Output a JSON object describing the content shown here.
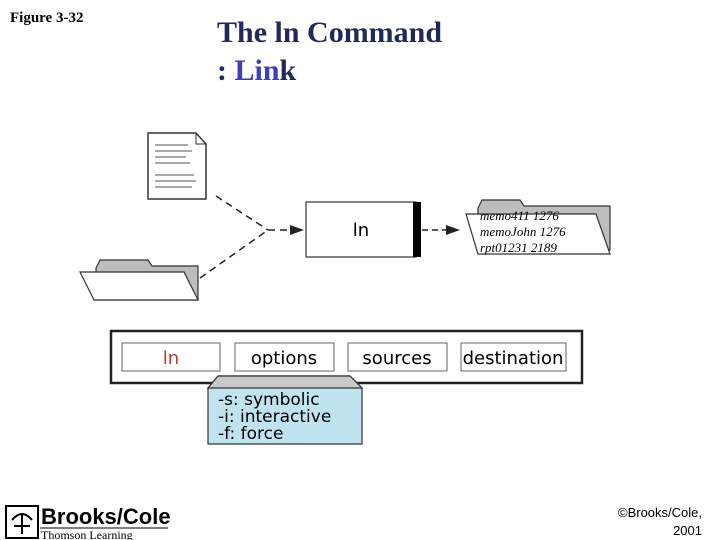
{
  "figure_label": "Figure 3-32",
  "title": {
    "line1": "The ln Command",
    "line2_prefix": ": ",
    "line2_accent": "Lin",
    "line2_rest": "k"
  },
  "diagram": {
    "command_box": "ln",
    "target_files": [
      "memo411 1276",
      "memoJohn 1276",
      "rpt01231 2189"
    ],
    "syntax": [
      "ln",
      "options",
      "sources",
      "destination"
    ],
    "options": [
      "-s: symbolic",
      "-i: interactive",
      "-f: force"
    ]
  },
  "colors": {
    "title": "#1f2a5a",
    "accent": "#3a3ec0",
    "ln_red": "#c0392b",
    "options_bg": "#bfe3ef",
    "folder_gray": "#bdbdbd"
  },
  "logo": {
    "name": "Brooks/Cole",
    "sub": "Thomson Learning"
  },
  "copyright": {
    "line1": "©Brooks/Cole,",
    "line2": "2001"
  }
}
